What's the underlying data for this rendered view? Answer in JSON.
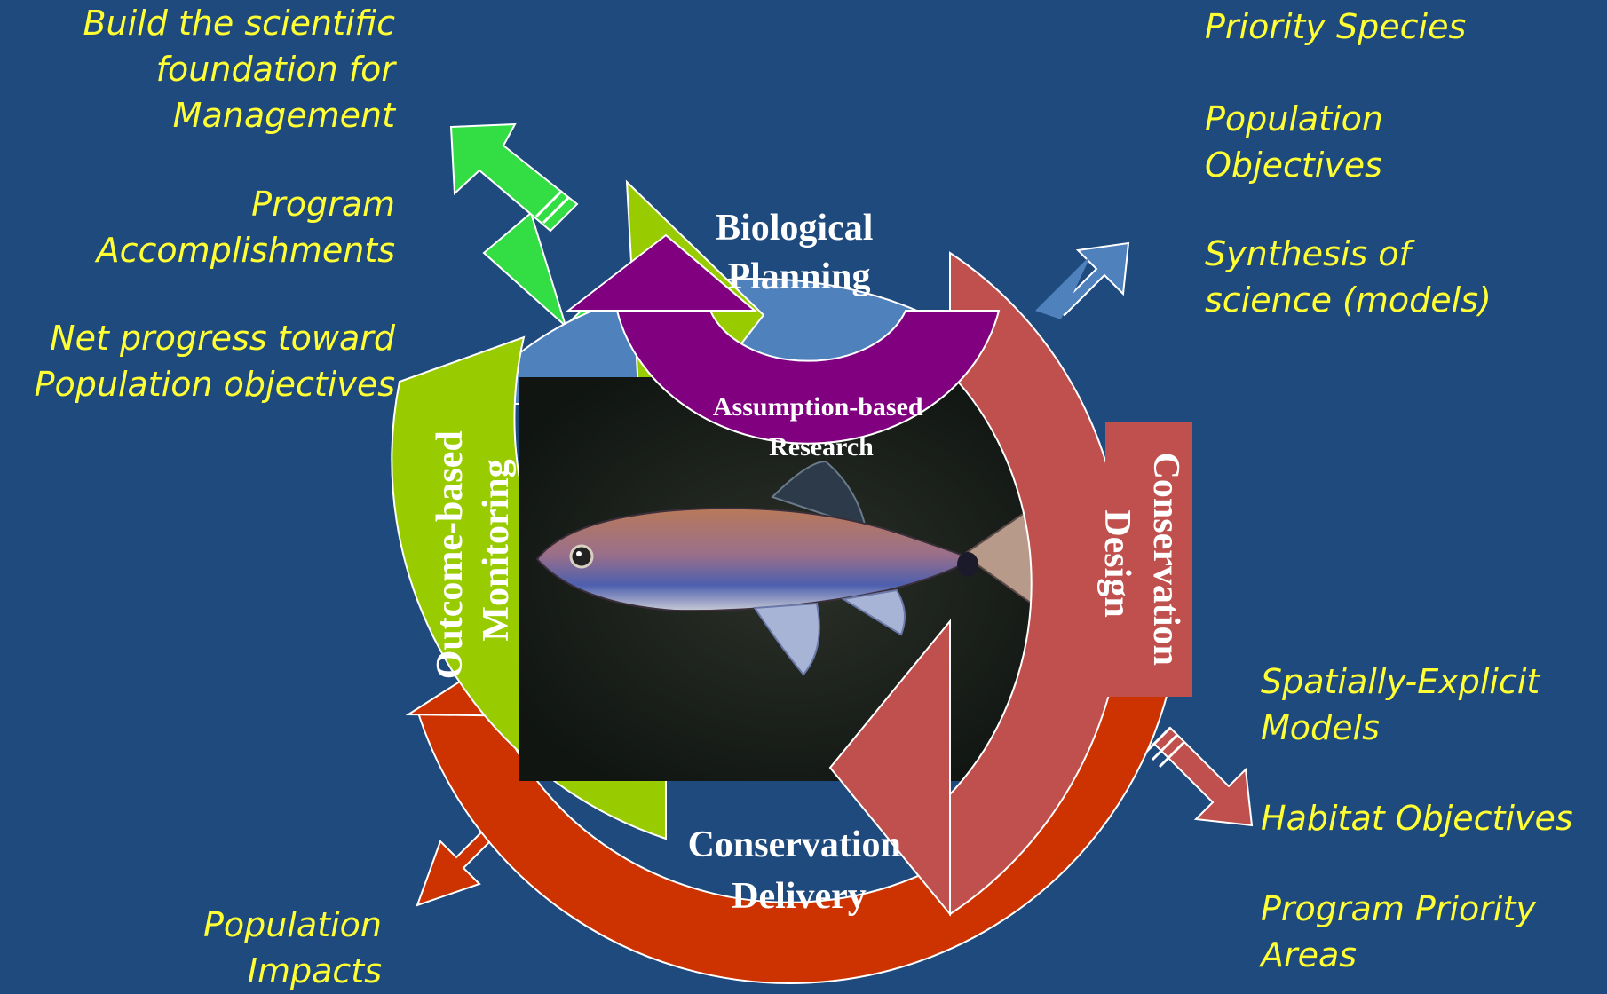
{
  "left_notes": {
    "item1": [
      "Build the scientific",
      "foundation for ",
      "Management"
    ],
    "item2": [
      "Program",
      "Accomplishments"
    ],
    "item3": [
      "Net progress toward",
      "Population objectives"
    ]
  },
  "right_top_notes": {
    "item1": [
      "Priority Species"
    ],
    "item2": [
      "Population",
      "Objectives"
    ],
    "item3": [
      "Synthesis of",
      "science (models)"
    ]
  },
  "right_bottom_notes": {
    "item1": [
      "Spatially-Explicit",
      "Models"
    ],
    "item2": [
      "Habitat Objectives"
    ],
    "item3": [
      "Program Priority",
      "Areas"
    ]
  },
  "bottom_left_notes": {
    "item1": [
      "Population",
      "Impacts"
    ]
  },
  "cycle": {
    "biological_planning": [
      "Biological",
      "Planning"
    ],
    "conservation_design": [
      "Conservation",
      "Design"
    ],
    "conservation_delivery": [
      "Conservation",
      "Delivery"
    ],
    "monitoring": [
      "Outcome-based",
      "Monitoring"
    ],
    "research": [
      "Assumption-based",
      "Research"
    ]
  },
  "colors": {
    "background": "#1f4a7e",
    "note_text": "#ffff33",
    "planning": "#4f81bd",
    "design": "#c0504d",
    "delivery": "#cc3300",
    "monitoring": "#99cc00",
    "research": "#800080",
    "green_arrow": "#33dd44"
  },
  "image": {
    "subject": "fish-photo"
  }
}
